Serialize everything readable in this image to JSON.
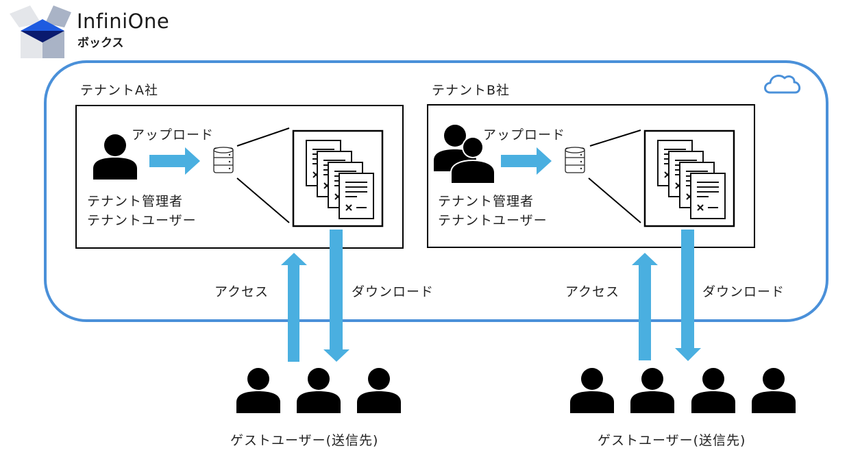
{
  "logo": {
    "name_en": "InfiniOne",
    "name_jp": "ボックス",
    "icon": "open-box-icon"
  },
  "cloud": {
    "icon": "cloud-icon",
    "border_color": "#4A90D9"
  },
  "colors": {
    "arrow": "#4AAFE0",
    "box_border": "#000000",
    "logo_blue": "#1E5BE0",
    "logo_navy": "#0A1A6E"
  },
  "tenants": [
    {
      "title": "テナントA社",
      "upload_label": "アップロード",
      "user_lines": [
        "テナント管理者",
        "テナントユーザー"
      ],
      "user_icon": "single-user-icon",
      "storage_icon": "database-icon",
      "documents_icon": "document-stack-icon",
      "access_label": "アクセス",
      "download_label": "ダウンロード",
      "guest_label": "ゲストユーザー(送信先)",
      "guest_count": 3
    },
    {
      "title": "テナントB社",
      "upload_label": "アップロード",
      "user_lines": [
        "テナント管理者",
        "テナントユーザー"
      ],
      "user_icon": "multiple-users-icon",
      "storage_icon": "database-icon",
      "documents_icon": "document-stack-icon",
      "access_label": "アクセス",
      "download_label": "ダウンロード",
      "guest_label": "ゲストユーザー(送信先)",
      "guest_count": 4
    }
  ]
}
